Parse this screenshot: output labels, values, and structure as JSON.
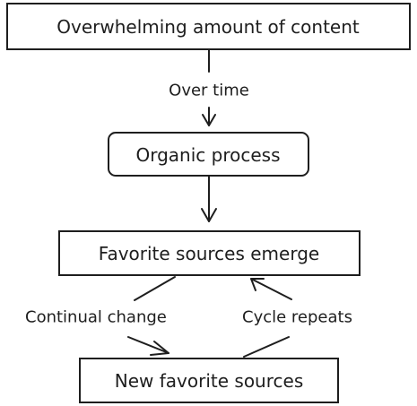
{
  "nodes": {
    "content": "Overwhelming amount of content",
    "organic": "Organic process",
    "favorite": "Favorite sources emerge",
    "new_favorite": "New favorite sources"
  },
  "edges": {
    "over_time": "Over time",
    "continual_change": "Continual change",
    "cycle_repeats": "Cycle repeats"
  },
  "colors": {
    "stroke": "#1e1e1e",
    "background": "#ffffff"
  }
}
